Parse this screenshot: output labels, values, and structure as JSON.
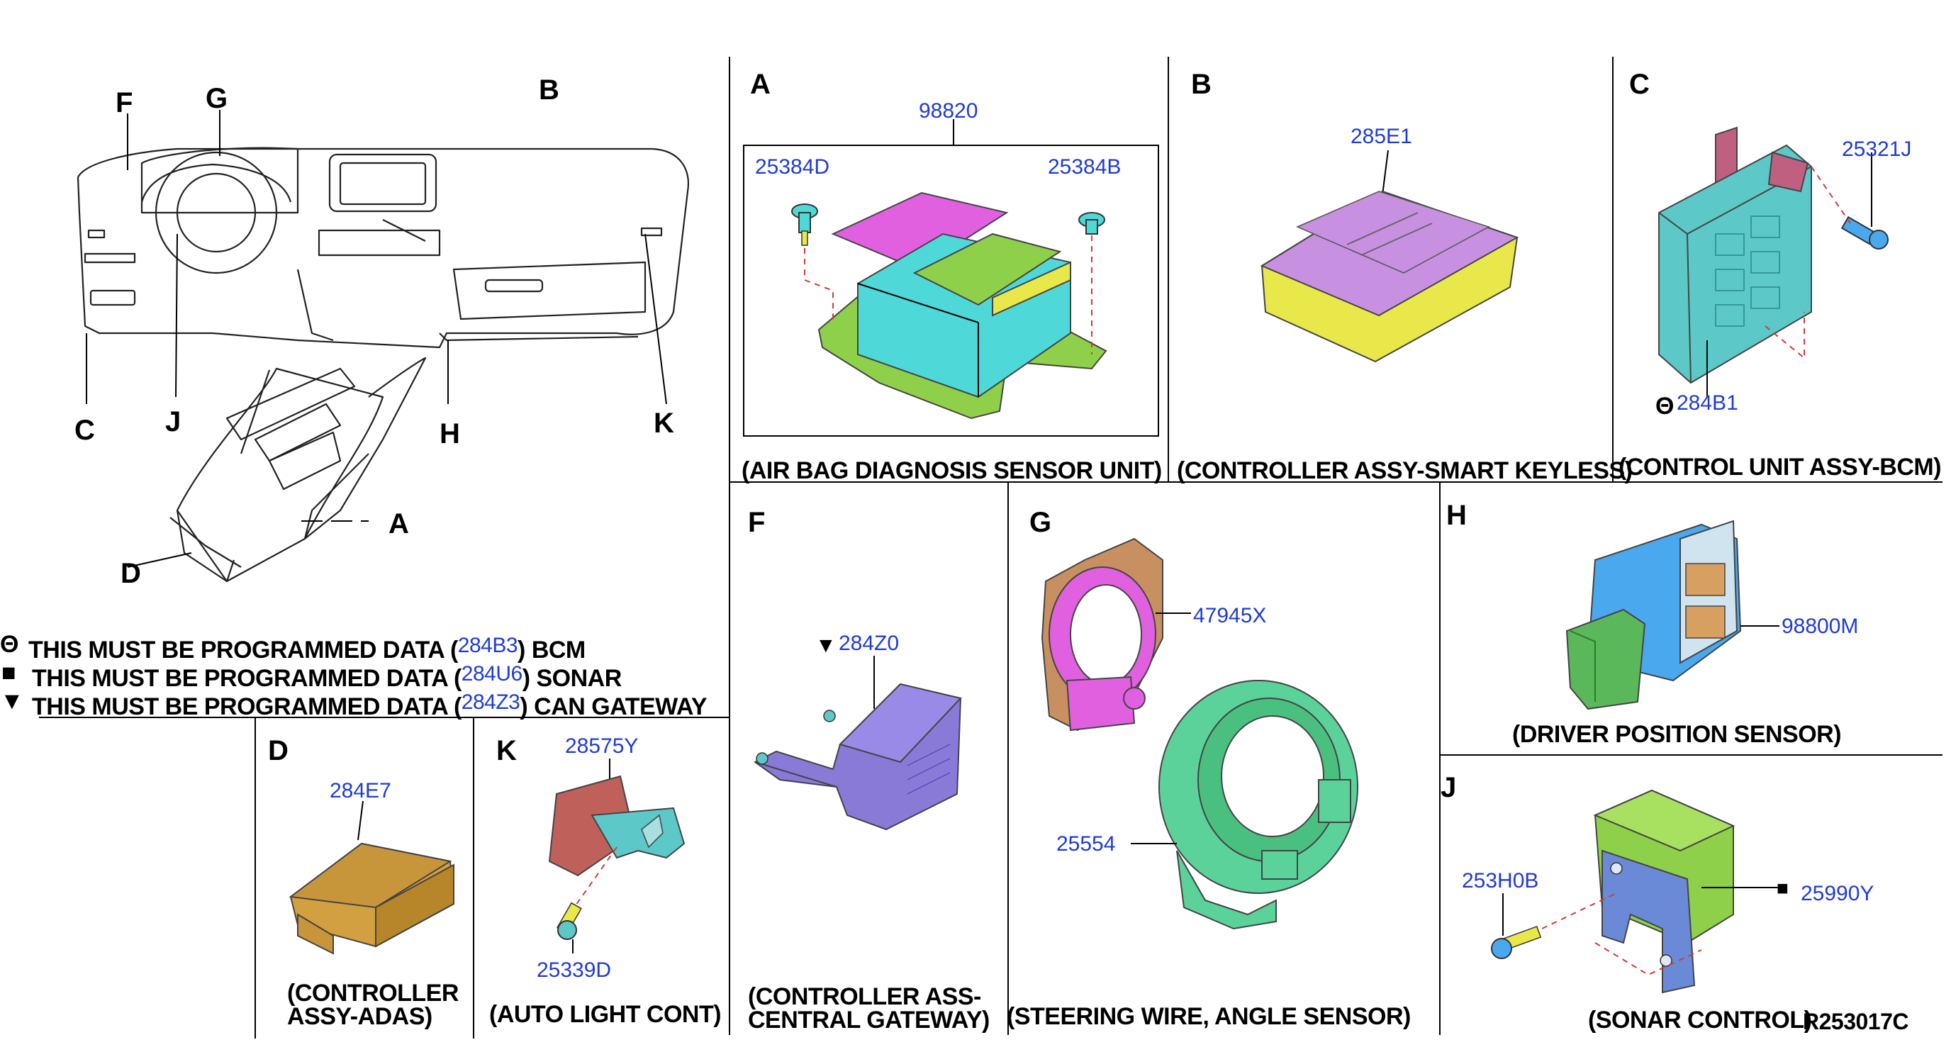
{
  "sections": {
    "A": {
      "letter": "A",
      "caption": "(AIR BAG DIAGNOSIS SENSOR UNIT)",
      "parts": [
        "98820",
        "25384D",
        "25384B"
      ]
    },
    "B": {
      "letter": "B",
      "caption": "(CONTROLLER ASSY-SMART KEYLESS)",
      "parts": [
        "285E1"
      ]
    },
    "C": {
      "letter": "C",
      "caption": "(CONTROL UNIT ASSY-BCM)",
      "parts": [
        "25321J",
        "284B1"
      ]
    },
    "D": {
      "letter": "D",
      "caption_line1": "(CONTROLLER",
      "caption_line2": "ASSY-ADAS)",
      "parts": [
        "284E7"
      ]
    },
    "K": {
      "letter": "K",
      "caption": "(AUTO LIGHT CONT)",
      "parts": [
        "28575Y",
        "25339D"
      ]
    },
    "F": {
      "letter": "F",
      "caption_line1": "(CONTROLLER ASS-",
      "caption_line2": "CENTRAL GATEWAY)",
      "parts": [
        "284Z0"
      ]
    },
    "G": {
      "letter": "G",
      "caption": "(STEERING WIRE, ANGLE SENSOR)",
      "parts": [
        "47945X",
        "25554"
      ]
    },
    "H": {
      "letter": "H",
      "caption": "(DRIVER POSITION SENSOR)",
      "parts": [
        "98800M"
      ]
    },
    "J": {
      "letter": "J",
      "caption": "(SONAR CONTROL)",
      "parts": [
        "253H0B",
        "25990Y"
      ]
    }
  },
  "overview_labels": [
    "F",
    "G",
    "B",
    "C",
    "J",
    "H",
    "K",
    "A",
    "D"
  ],
  "notes": [
    {
      "symbol": "Θ",
      "prefix": "THIS MUST BE PROGRAMMED DATA (",
      "part": "284B3",
      "suffix": ") BCM"
    },
    {
      "symbol": "■",
      "prefix": "THIS MUST BE PROGRAMMED DATA (",
      "part": "284U6",
      "suffix": ") SONAR"
    },
    {
      "symbol": "▼",
      "prefix": "THIS MUST BE PROGRAMMED DATA (",
      "part": "284Z3",
      "suffix": ") CAN GATEWAY"
    }
  ],
  "symbols": {
    "bcm": "Θ",
    "sonar": "■",
    "gateway": "▼"
  },
  "drawing_code": "R253017C",
  "colors": {
    "part_number": "#1f3bd6",
    "leader_dashed": "#d23a3a",
    "cyan": "#4fd8d8",
    "magenta": "#e060e0",
    "yellow": "#e8e84a",
    "green": "#8fd04a",
    "purple": "#8a7ad8",
    "violet": "#c890e0",
    "tan": "#c8963a",
    "red": "#c0605a",
    "teal": "#5cc8c8",
    "mint": "#5ad29a",
    "blue": "#4aa8ee"
  }
}
